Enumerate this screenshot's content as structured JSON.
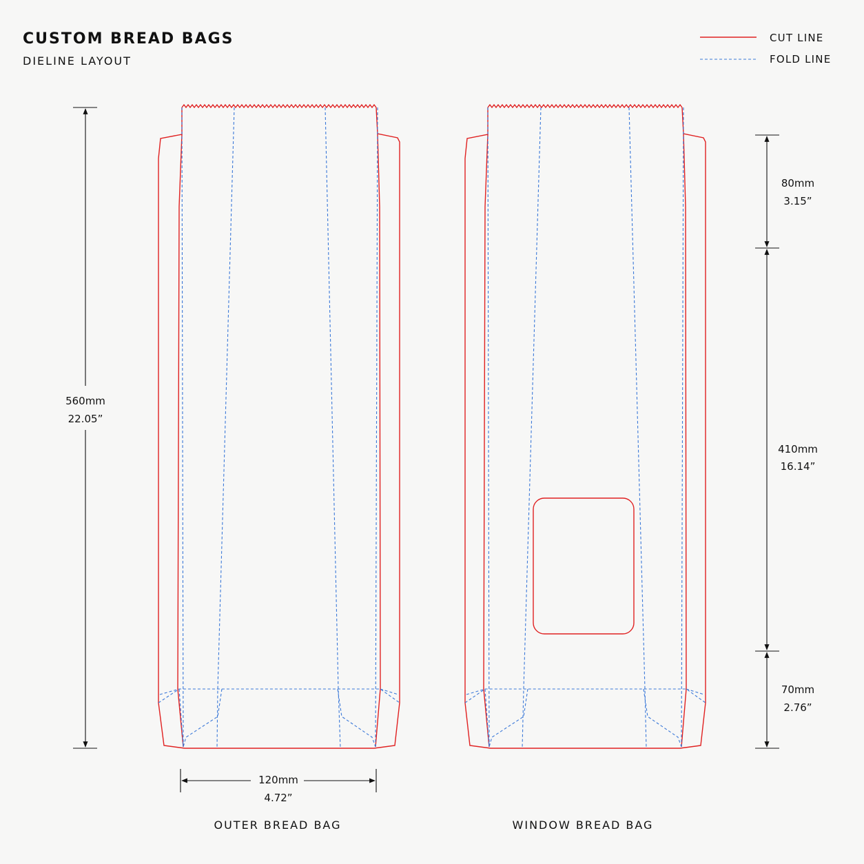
{
  "header": {
    "title": "CUSTOM BREAD BAGS",
    "subtitle": "DIELINE LAYOUT"
  },
  "legend": {
    "cut_label": "CUT LINE",
    "fold_label": "FOLD LINE",
    "cut_color": "#e02020",
    "fold_color": "#3a78d8"
  },
  "dimensions": {
    "height_mm": "560mm",
    "height_in": "22.05”",
    "width_mm": "120mm",
    "width_in": "4.72”",
    "top_mm": "80mm",
    "top_in": "3.15”",
    "middle_mm": "410mm",
    "middle_in": "16.14”",
    "bottom_mm": "70mm",
    "bottom_in": "2.76”"
  },
  "bags": {
    "outer_label": "OUTER BREAD BAG",
    "window_label": "WINDOW BREAD BAG"
  }
}
